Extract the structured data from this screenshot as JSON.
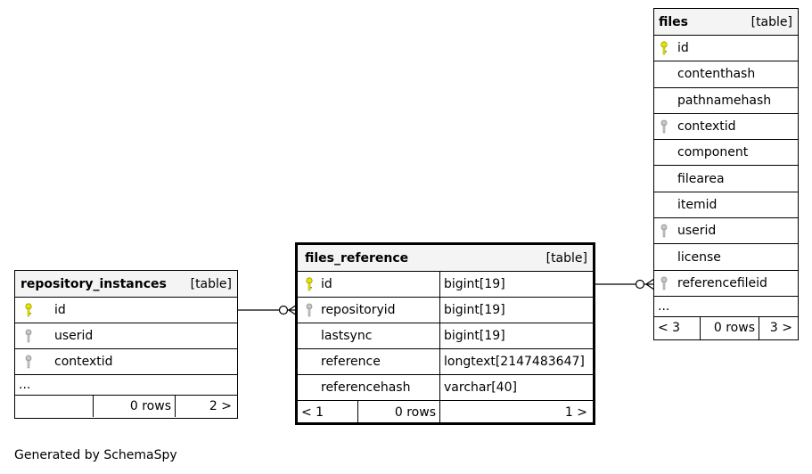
{
  "tables": {
    "repository_instances": {
      "name": "repository_instances",
      "tag": "[table]",
      "columns": [
        "id",
        "userid",
        "contextid"
      ],
      "ellipsis": "...",
      "footer": {
        "left": "",
        "rows": "0 rows",
        "right": "2 >"
      }
    },
    "files_reference": {
      "name": "files_reference",
      "tag": "[table]",
      "columns": [
        {
          "name": "id",
          "type": "bigint[19]"
        },
        {
          "name": "repositoryid",
          "type": "bigint[19]"
        },
        {
          "name": "lastsync",
          "type": "bigint[19]"
        },
        {
          "name": "reference",
          "type": "longtext[2147483647]"
        },
        {
          "name": "referencehash",
          "type": "varchar[40]"
        }
      ],
      "footer": {
        "left": "< 1",
        "rows": "0 rows",
        "right": "1 >"
      }
    },
    "files": {
      "name": "files",
      "tag": "[table]",
      "columns": [
        "id",
        "contenthash",
        "pathnamehash",
        "contextid",
        "component",
        "filearea",
        "itemid",
        "userid",
        "license",
        "referencefileid"
      ],
      "ellipsis": "...",
      "footer": {
        "left": "< 3",
        "rows": "0 rows",
        "right": "3 >"
      }
    }
  },
  "colors": {
    "primary_key": "#e6e600",
    "foreign_key": "#aaaaaa"
  },
  "footer_text": "Generated by SchemaSpy"
}
